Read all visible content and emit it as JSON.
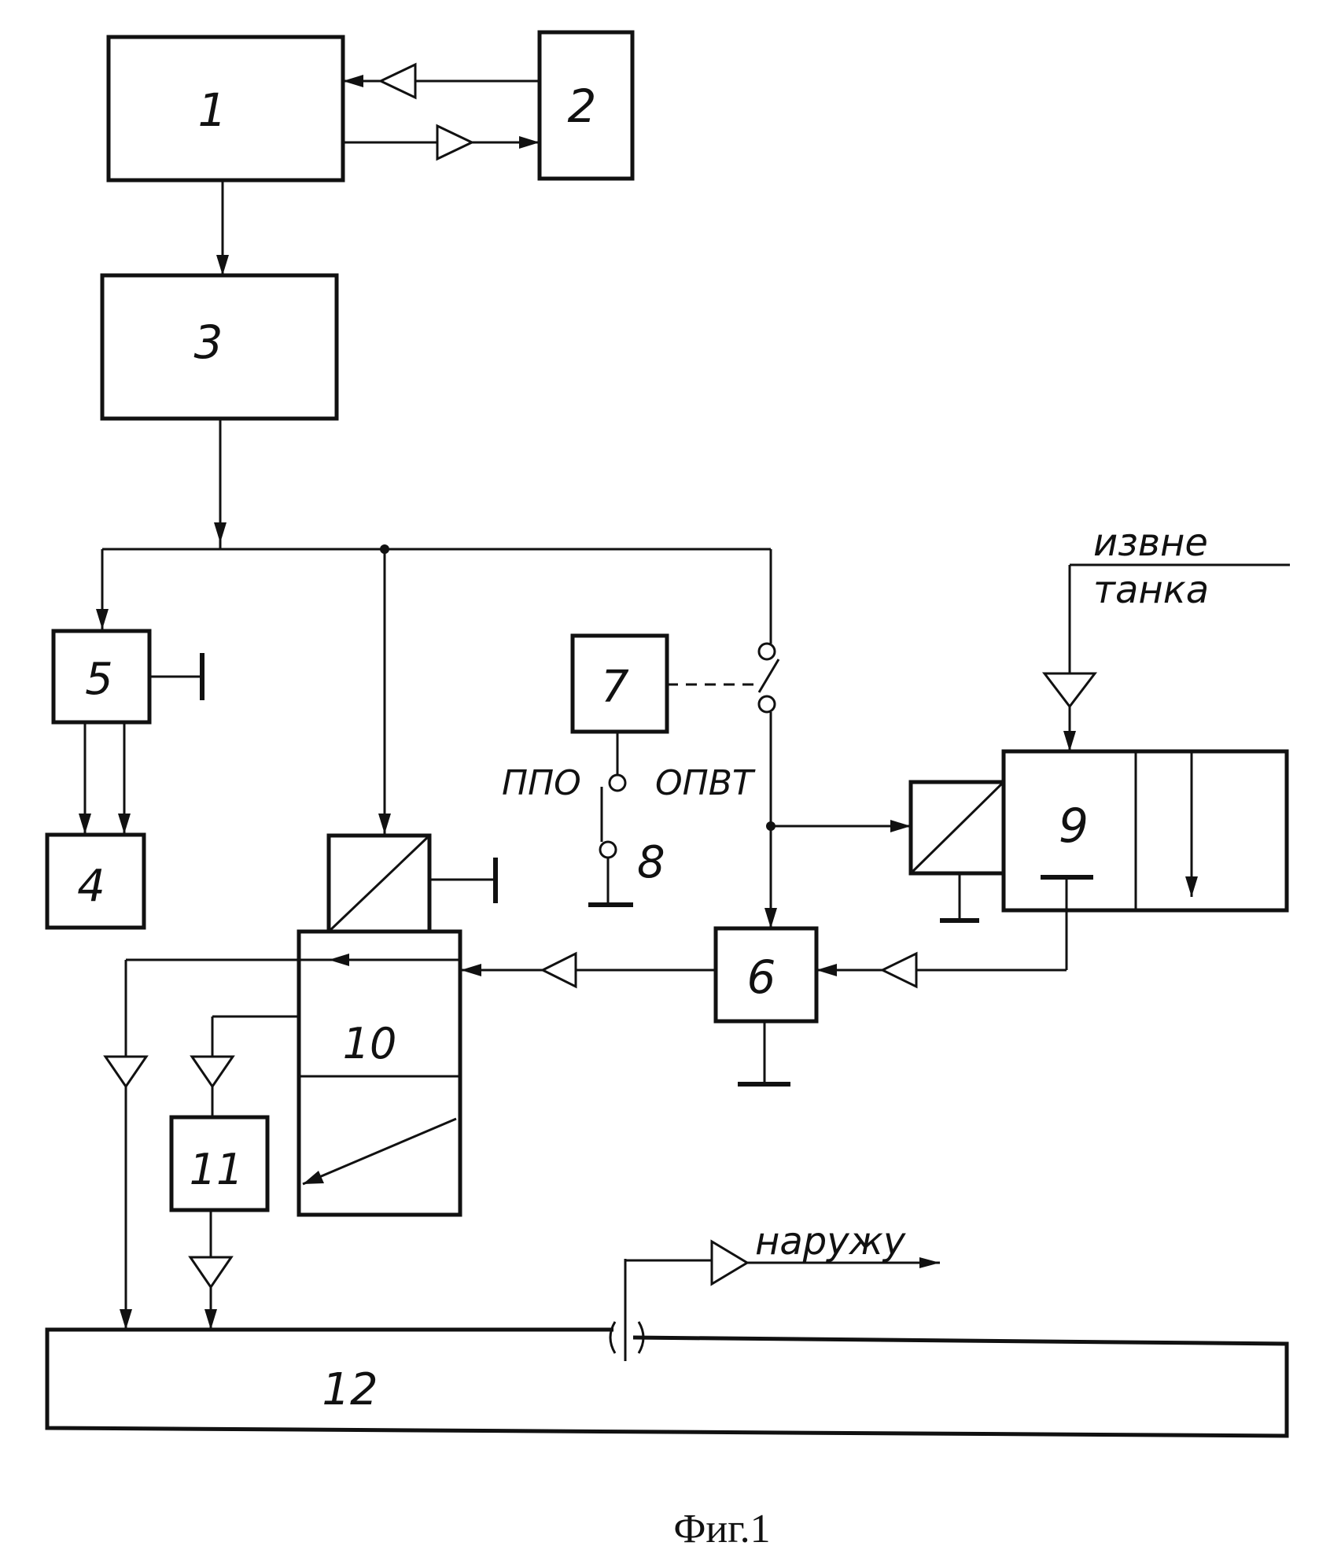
{
  "blocks": [
    {
      "id": "1",
      "label": "1"
    },
    {
      "id": "2",
      "label": "2"
    },
    {
      "id": "3",
      "label": "3"
    },
    {
      "id": "4",
      "label": "4"
    },
    {
      "id": "5",
      "label": "5"
    },
    {
      "id": "6",
      "label": "6"
    },
    {
      "id": "7",
      "label": "7"
    },
    {
      "id": "8",
      "label": "8"
    },
    {
      "id": "9",
      "label": "9"
    },
    {
      "id": "10",
      "label": "10"
    },
    {
      "id": "11",
      "label": "11"
    },
    {
      "id": "12",
      "label": "12"
    }
  ],
  "annotations": {
    "from_outside_line1": "извне",
    "from_outside_line2": "танка",
    "outside": "наружу",
    "ppo": "ППО",
    "opvt": "ОПВТ"
  },
  "caption": "Фиг.1"
}
